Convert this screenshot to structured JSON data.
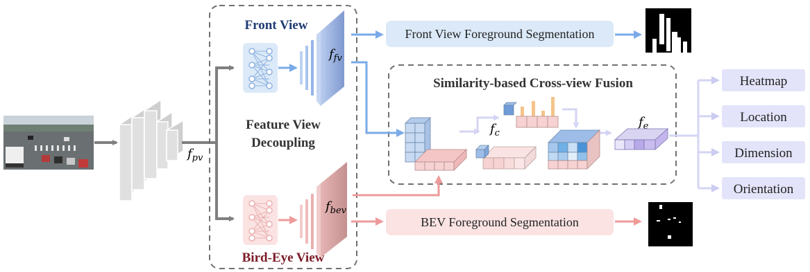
{
  "labels": {
    "front_view": "Front View",
    "bird_eye_view": "Bird-Eye View",
    "feature_view_decoupling_line1": "Feature View",
    "feature_view_decoupling_line2": "Decoupling",
    "cross_view_fusion": "Similarity-based Cross-view Fusion",
    "front_seg": "Front View Foreground Segmentation",
    "bev_seg": "BEV Foreground Segmentation"
  },
  "math": {
    "f_pv": {
      "base": "f",
      "sub": "pv"
    },
    "f_fv": {
      "base": "f",
      "sub": "fv"
    },
    "f_bev": {
      "base": "f",
      "sub": "bev"
    },
    "f_c": {
      "base": "f",
      "sub": "c"
    },
    "f_e": {
      "base": "f",
      "sub": "e"
    }
  },
  "outputs": [
    "Heatmap",
    "Location",
    "Dimension",
    "Orientation"
  ],
  "colors": {
    "front_blue": "#1f3b73",
    "bev_red": "#7a1a25",
    "blue_arrow": "#7aaae8",
    "pink_arrow": "#ee9a9a",
    "lavender_arrow": "#ccccf2",
    "gray_arrow": "#7f7f7f",
    "orange_bar": "#f4c48a"
  },
  "icons": [
    "traffic-scene-image",
    "backbone-stack",
    "mlp-network-icon",
    "feature-map-stack",
    "segmentation-mask-image",
    "voxel-grid"
  ]
}
